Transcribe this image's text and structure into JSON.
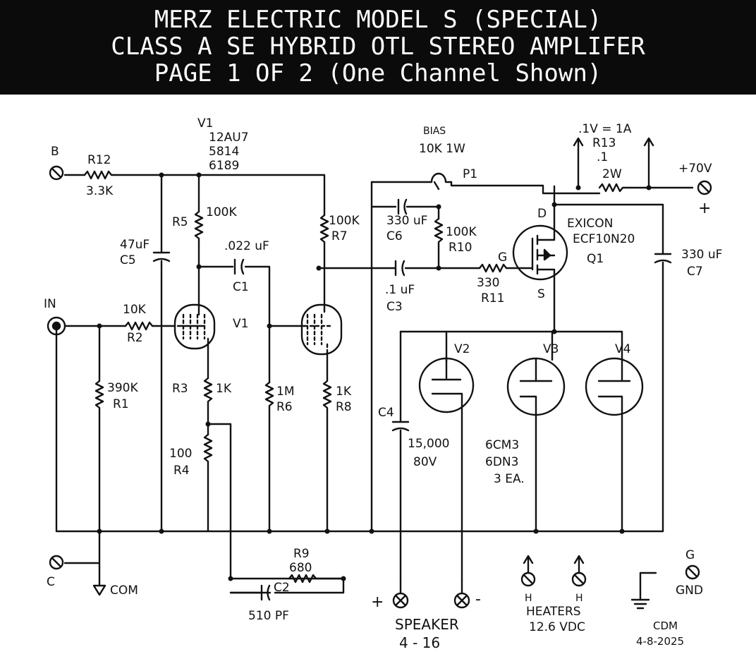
{
  "banner": {
    "line1": "MERZ ELECTRIC MODEL S (SPECIAL)",
    "line2": "CLASS A SE HYBRID OTL STEREO AMPLIFER",
    "line3": "PAGE 1 OF 2 (One Channel Shown)",
    "background": "#0b0b0b",
    "text_color": "#ffffff"
  },
  "labels": {
    "v1_title": "V1",
    "v1_types": [
      "12AU7",
      "5814",
      "6189"
    ],
    "terminal_b": "B",
    "r12": "R12",
    "r12_val": "3.3K",
    "c5_val": "47uF",
    "c5": "C5",
    "r5": "R5",
    "r5_val": "100K",
    "c1_val": ".022 uF",
    "c1": "C1",
    "r7_val": "100K",
    "r7": "R7",
    "in": "IN",
    "r2_val": "10K",
    "r2": "R2",
    "v1_mid": "V1",
    "r1_val": "390K",
    "r1": "R1",
    "r3": "R3",
    "r3_val": "1K",
    "r6_val": "1M",
    "r6": "R6",
    "r8_val": "1K",
    "r8": "R8",
    "r4_val": "100",
    "r4": "R4",
    "terminal_c": "C",
    "com": "COM",
    "r9": "R9",
    "r9_val": "680",
    "c2": "C2",
    "c2_val": "510 PF",
    "bias": "BIAS",
    "bias_val": "10K 1W",
    "p1": "P1",
    "c6_val": "330 uF",
    "c6": "C6",
    "r10_val": "100K",
    "r10": "R10",
    "c3_val": ".1 uF",
    "c3": "C3",
    "r11_val": "330",
    "r11": "R11",
    "g": "G",
    "d": "D",
    "s": "S",
    "q1_line1": "EXICON",
    "q1_line2": "ECF10N20",
    "q1": "Q1",
    "r13_note": ".1V = 1A",
    "r13": "R13",
    "r13_val": ".1",
    "r13_watt": "2W",
    "plus70": "+70V",
    "plus": "+",
    "c7_val": "330 uF",
    "c7": "C7",
    "v2": "V2",
    "v3": "V3",
    "v4": "V4",
    "c4": "C4",
    "c4_val1": "15,000",
    "c4_val2": "80V",
    "tube_types": [
      "6CM3",
      "6DN3",
      "3 EA."
    ],
    "spk_plus": "+",
    "spk_minus": "-",
    "speaker": "SPEAKER",
    "speaker_imp": "4 - 16",
    "heater_h1": "H",
    "heater_h2": "H",
    "heaters": "HEATERS",
    "heaters_val": "12.6 VDC",
    "gnd_g": "G",
    "gnd": "GND",
    "author": "CDM",
    "date": "4-8-2025"
  }
}
